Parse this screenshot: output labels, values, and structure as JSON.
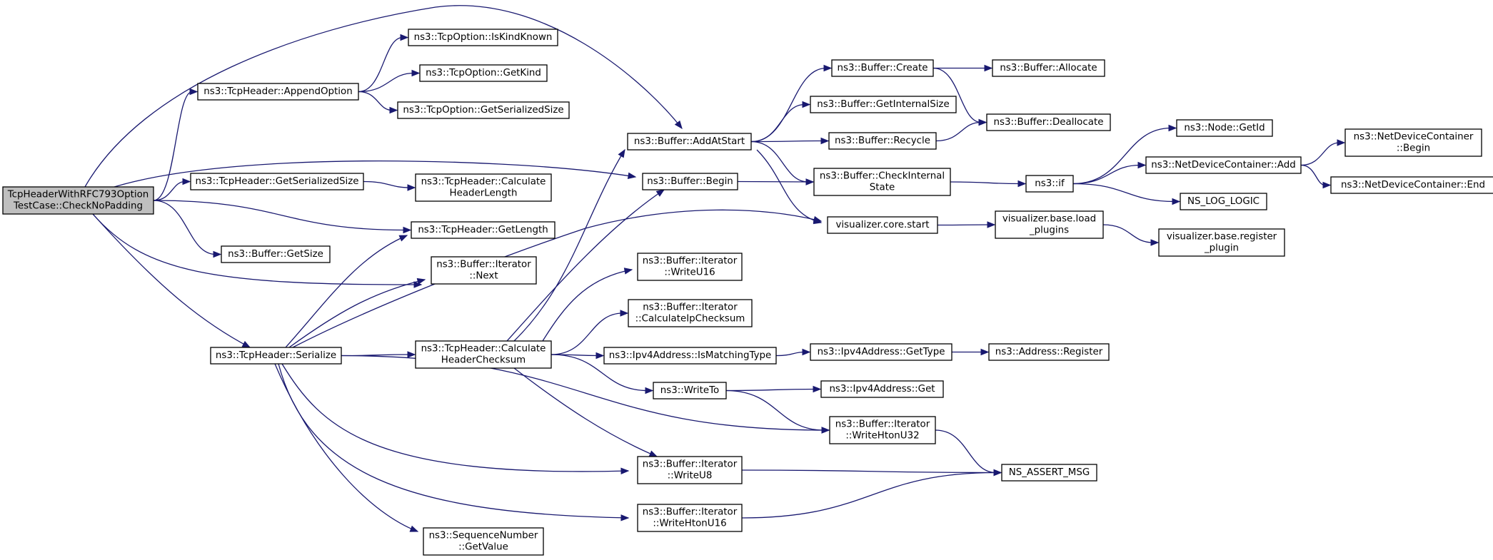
{
  "graph": {
    "edge_color": "#191970",
    "root_fill": "#bfbfbf",
    "node_fill": "#ffffff",
    "nodes": [
      {
        "id": "root",
        "lines": [
          "TcpHeaderWithRFC793Option",
          "TestCase::CheckNoPadding"
        ],
        "root": true
      },
      {
        "id": "appendOption",
        "lines": [
          "ns3::TcpHeader::AppendOption"
        ]
      },
      {
        "id": "isKindKnown",
        "lines": [
          "ns3::TcpOption::IsKindKnown"
        ]
      },
      {
        "id": "getKind",
        "lines": [
          "ns3::TcpOption::GetKind"
        ]
      },
      {
        "id": "optGetSerSize",
        "lines": [
          "ns3::TcpOption::GetSerializedSize"
        ]
      },
      {
        "id": "hdrGetSerSize",
        "lines": [
          "ns3::TcpHeader::GetSerializedSize"
        ]
      },
      {
        "id": "calcHdrLen",
        "lines": [
          "ns3::TcpHeader::Calculate",
          "HeaderLength"
        ]
      },
      {
        "id": "getLength",
        "lines": [
          "ns3::TcpHeader::GetLength"
        ]
      },
      {
        "id": "bufGetSize",
        "lines": [
          "ns3::Buffer::GetSize"
        ]
      },
      {
        "id": "iterNext",
        "lines": [
          "ns3::Buffer::Iterator",
          "::Next"
        ]
      },
      {
        "id": "serialize",
        "lines": [
          "ns3::TcpHeader::Serialize"
        ]
      },
      {
        "id": "seqGetValue",
        "lines": [
          "ns3::SequenceNumber",
          "::GetValue"
        ]
      },
      {
        "id": "calcHdrChecksum",
        "lines": [
          "ns3::TcpHeader::Calculate",
          "HeaderChecksum"
        ]
      },
      {
        "id": "addAtStart",
        "lines": [
          "ns3::Buffer::AddAtStart"
        ]
      },
      {
        "id": "bufBegin",
        "lines": [
          "ns3::Buffer::Begin"
        ]
      },
      {
        "id": "writeU16",
        "lines": [
          "ns3::Buffer::Iterator",
          "::WriteU16"
        ]
      },
      {
        "id": "calcIpChecksum",
        "lines": [
          "ns3::Buffer::Iterator",
          "::CalculateIpChecksum"
        ]
      },
      {
        "id": "isMatchingType",
        "lines": [
          "ns3::Ipv4Address::IsMatchingType"
        ]
      },
      {
        "id": "writeTo",
        "lines": [
          "ns3::WriteTo"
        ]
      },
      {
        "id": "writeU8",
        "lines": [
          "ns3::Buffer::Iterator",
          "::WriteU8"
        ]
      },
      {
        "id": "writeHtonU16",
        "lines": [
          "ns3::Buffer::Iterator",
          "::WriteHtonU16"
        ]
      },
      {
        "id": "bufCreate",
        "lines": [
          "ns3::Buffer::Create"
        ]
      },
      {
        "id": "getInternalSize",
        "lines": [
          "ns3::Buffer::GetInternalSize"
        ]
      },
      {
        "id": "recycle",
        "lines": [
          "ns3::Buffer::Recycle"
        ]
      },
      {
        "id": "checkInternal",
        "lines": [
          "ns3::Buffer::CheckInternal",
          "State"
        ]
      },
      {
        "id": "vizStart",
        "lines": [
          "visualizer.core.start"
        ]
      },
      {
        "id": "ipv4GetType",
        "lines": [
          "ns3::Ipv4Address::GetType"
        ]
      },
      {
        "id": "ipv4Get",
        "lines": [
          "ns3::Ipv4Address::Get"
        ]
      },
      {
        "id": "writeHtonU32",
        "lines": [
          "ns3::Buffer::Iterator",
          "::WriteHtonU32"
        ]
      },
      {
        "id": "allocate",
        "lines": [
          "ns3::Buffer::Allocate"
        ]
      },
      {
        "id": "deallocate",
        "lines": [
          "ns3::Buffer::Deallocate"
        ]
      },
      {
        "id": "nsIf",
        "lines": [
          "ns3::if"
        ]
      },
      {
        "id": "loadPlugins",
        "lines": [
          "visualizer.base.load",
          "_plugins"
        ]
      },
      {
        "id": "addrRegister",
        "lines": [
          "ns3::Address::Register"
        ]
      },
      {
        "id": "assertMsg",
        "lines": [
          "NS_ASSERT_MSG"
        ]
      },
      {
        "id": "nodeGetId",
        "lines": [
          "ns3::Node::GetId"
        ]
      },
      {
        "id": "ndcAdd",
        "lines": [
          "ns3::NetDeviceContainer::Add"
        ]
      },
      {
        "id": "logLogic",
        "lines": [
          "NS_LOG_LOGIC"
        ]
      },
      {
        "id": "registerPlugin",
        "lines": [
          "visualizer.base.register",
          "_plugin"
        ]
      },
      {
        "id": "ndcBegin",
        "lines": [
          "ns3::NetDeviceContainer",
          "::Begin"
        ]
      },
      {
        "id": "ndcEnd",
        "lines": [
          "ns3::NetDeviceContainer::End"
        ]
      }
    ],
    "edges": [
      [
        "root",
        "addAtStart"
      ],
      [
        "root",
        "appendOption"
      ],
      [
        "root",
        "bufBegin"
      ],
      [
        "root",
        "hdrGetSerSize"
      ],
      [
        "root",
        "getLength"
      ],
      [
        "root",
        "bufGetSize"
      ],
      [
        "root",
        "iterNext"
      ],
      [
        "root",
        "serialize"
      ],
      [
        "appendOption",
        "isKindKnown"
      ],
      [
        "appendOption",
        "getKind"
      ],
      [
        "appendOption",
        "optGetSerSize"
      ],
      [
        "hdrGetSerSize",
        "calcHdrLen"
      ],
      [
        "serialize",
        "getLength"
      ],
      [
        "serialize",
        "iterNext"
      ],
      [
        "serialize",
        "vizStart"
      ],
      [
        "serialize",
        "calcHdrChecksum"
      ],
      [
        "serialize",
        "writeHtonU32"
      ],
      [
        "serialize",
        "writeU8"
      ],
      [
        "serialize",
        "writeHtonU16"
      ],
      [
        "serialize",
        "seqGetValue"
      ],
      [
        "calcHdrChecksum",
        "addAtStart"
      ],
      [
        "calcHdrChecksum",
        "bufBegin"
      ],
      [
        "calcHdrChecksum",
        "writeU16"
      ],
      [
        "calcHdrChecksum",
        "calcIpChecksum"
      ],
      [
        "calcHdrChecksum",
        "isMatchingType"
      ],
      [
        "calcHdrChecksum",
        "writeTo"
      ],
      [
        "calcHdrChecksum",
        "writeU8"
      ],
      [
        "addAtStart",
        "bufCreate"
      ],
      [
        "addAtStart",
        "getInternalSize"
      ],
      [
        "addAtStart",
        "recycle"
      ],
      [
        "addAtStart",
        "checkInternal"
      ],
      [
        "addAtStart",
        "vizStart"
      ],
      [
        "bufBegin",
        "checkInternal"
      ],
      [
        "bufCreate",
        "allocate"
      ],
      [
        "bufCreate",
        "deallocate"
      ],
      [
        "recycle",
        "deallocate"
      ],
      [
        "checkInternal",
        "nsIf"
      ],
      [
        "nsIf",
        "nodeGetId"
      ],
      [
        "nsIf",
        "ndcAdd"
      ],
      [
        "nsIf",
        "logLogic"
      ],
      [
        "ndcAdd",
        "ndcBegin"
      ],
      [
        "ndcAdd",
        "ndcEnd"
      ],
      [
        "vizStart",
        "loadPlugins"
      ],
      [
        "loadPlugins",
        "registerPlugin"
      ],
      [
        "isMatchingType",
        "ipv4GetType"
      ],
      [
        "ipv4GetType",
        "addrRegister"
      ],
      [
        "writeTo",
        "ipv4Get"
      ],
      [
        "writeTo",
        "writeHtonU32"
      ],
      [
        "writeHtonU32",
        "assertMsg"
      ],
      [
        "writeU8",
        "assertMsg"
      ],
      [
        "writeHtonU16",
        "assertMsg"
      ]
    ]
  }
}
